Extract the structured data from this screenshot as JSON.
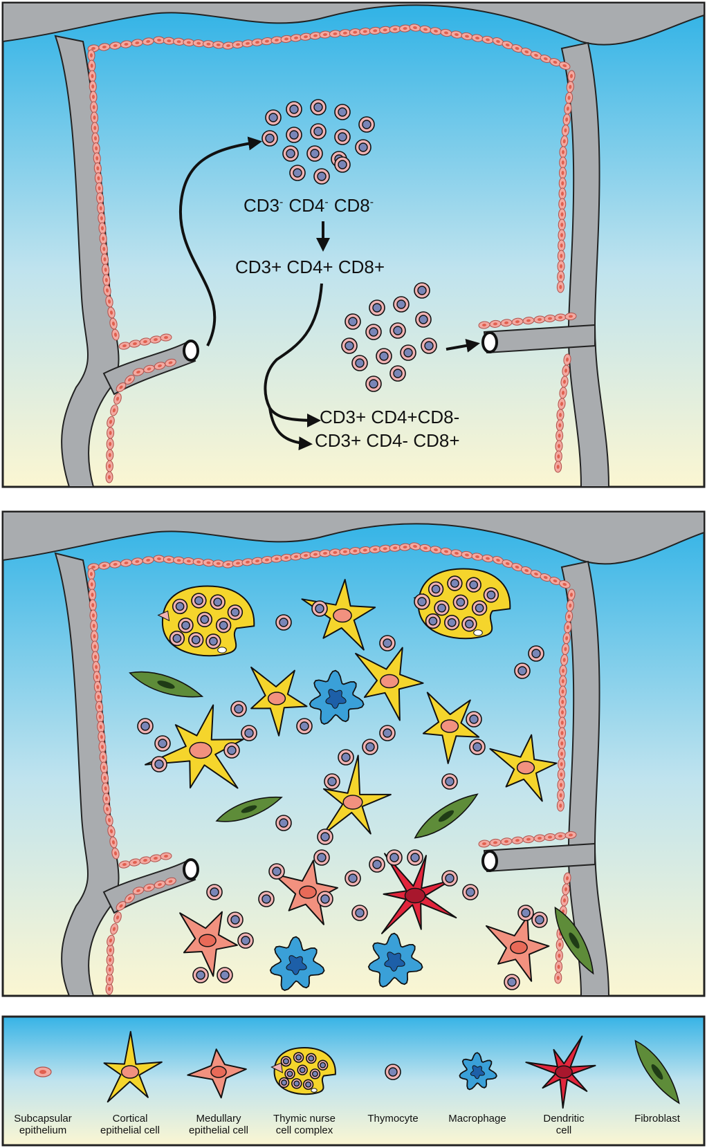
{
  "top_panel": {
    "stage1": {
      "base": [
        "CD3",
        "CD4",
        "CD8"
      ],
      "sign": [
        "-",
        "-",
        "-"
      ]
    },
    "stage2": "CD3+ CD4+ CD8+",
    "stage3a": "CD3+ CD4+CD8-",
    "stage3b": "CD3+ CD4- CD8+"
  },
  "legend": {
    "items": [
      {
        "line1": "Subcapsular",
        "line2": "epithelium"
      },
      {
        "line1": "Cortical",
        "line2": "epithelial cell"
      },
      {
        "line1": "Medullary",
        "line2": "epithelial cell"
      },
      {
        "line1": "Thymic nurse",
        "line2": "cell complex"
      },
      {
        "line1": "Thymocyte",
        "line2": ""
      },
      {
        "line1": "Macrophage",
        "line2": ""
      },
      {
        "line1": "Dendritic",
        "line2": "cell"
      },
      {
        "line1": "Fibroblast",
        "line2": ""
      }
    ]
  },
  "colors": {
    "capsule": "#a9acaf",
    "sky_top": "#2fb2e6",
    "sky_bottom": "#fbf6d2",
    "epithelium": "#f3a9a1",
    "thymocyte_outer": "#f0b2b3",
    "thymocyte_inner": "#7986b8",
    "cortical": "#f5d52c",
    "medullary": "#f2917f",
    "macrophage": "#3aa0d8",
    "dendritic": "#e2253c",
    "fibroblast": "#5e8c39"
  }
}
